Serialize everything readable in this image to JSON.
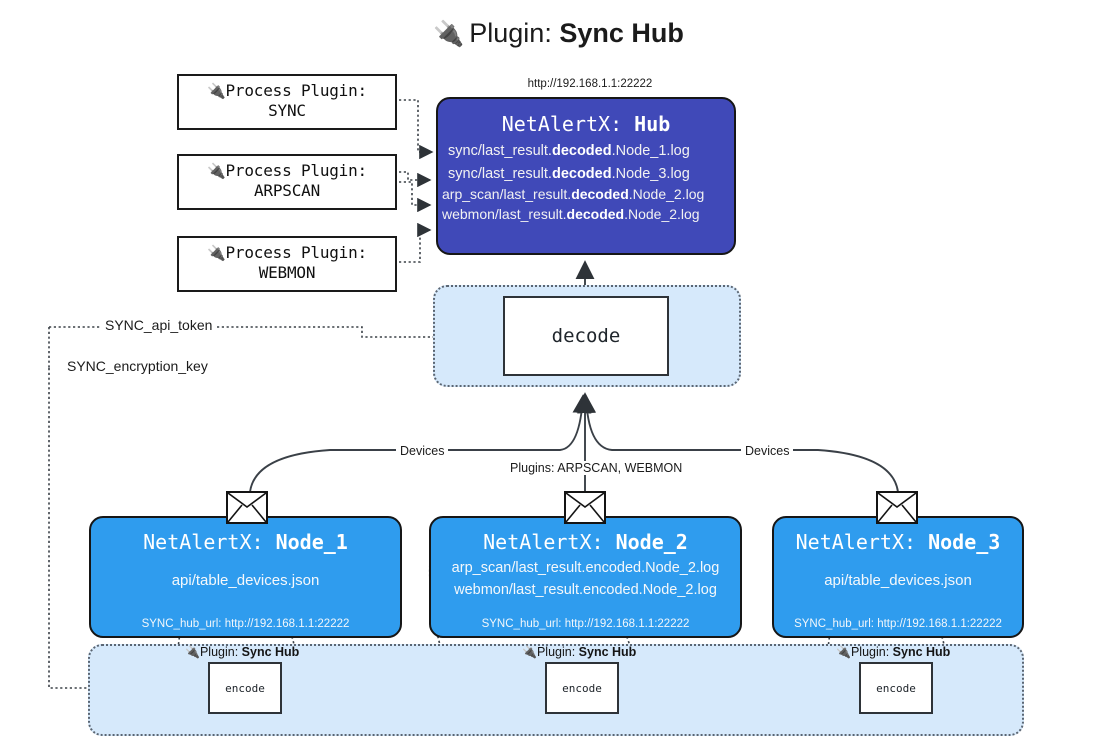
{
  "title": {
    "icon": "plug-icon",
    "prefix": "Plugin: ",
    "name": "Sync Hub",
    "glyph": "🔌"
  },
  "process_plugins": [
    {
      "icon": "plug-icon",
      "line1": "Process Plugin:",
      "line2": "SYNC"
    },
    {
      "icon": "plug-icon",
      "line1": "Process Plugin:",
      "line2": "ARPSCAN"
    },
    {
      "icon": "plug-icon",
      "line1": "Process Plugin:",
      "line2": "WEBMON"
    }
  ],
  "hub": {
    "url": "http://192.168.1.1:22222",
    "title_prefix": "NetAlertX: ",
    "title_name": "Hub",
    "lines": [
      {
        "pre": "sync/last_result.",
        "bold": "decoded",
        "post": ".Node_1.log"
      },
      {
        "pre": "sync/last_result.",
        "bold": "decoded",
        "post": ".Node_3.log"
      },
      {
        "pre": "arp_scan/last_result.",
        "bold": "decoded",
        "post": ".Node_2.log"
      },
      {
        "pre": "webmon/last_result.",
        "bold": "decoded",
        "post": ".Node_2.log"
      }
    ]
  },
  "decode": {
    "label": "decode"
  },
  "keys": {
    "api_token": "SYNC_api_token",
    "encryption_key": "SYNC_encryption_key"
  },
  "edges": {
    "devices_left": "Devices",
    "devices_right": "Devices",
    "plugins_center": "Plugins: ARPSCAN, WEBMON"
  },
  "nodes": [
    {
      "title_prefix": "NetAlertX: ",
      "title_name": "Node_1",
      "lines": [
        "api/table_devices.json"
      ],
      "footer": "SYNC_hub_url: http://192.168.1.1:22222",
      "envelope": "envelope-icon"
    },
    {
      "title_prefix": "NetAlertX: ",
      "title_name": "Node_2",
      "lines": [
        "arp_scan/last_result.encoded.Node_2.log",
        "webmon/last_result.encoded.Node_2.log"
      ],
      "footer": "SYNC_hub_url: http://192.168.1.1:22222",
      "envelope": "envelope-icon"
    },
    {
      "title_prefix": "NetAlertX: ",
      "title_name": "Node_3",
      "lines": [
        "api/table_devices.json"
      ],
      "footer": "SYNC_hub_url: http://192.168.1.1:22222",
      "envelope": "envelope-icon"
    }
  ],
  "encoders": [
    {
      "label": "encode",
      "plugin_prefix": "Plugin: ",
      "plugin_name": "Sync Hub",
      "icon": "plug-icon"
    },
    {
      "label": "encode",
      "plugin_prefix": "Plugin: ",
      "plugin_name": "Sync Hub",
      "icon": "plug-icon"
    },
    {
      "label": "encode",
      "plugin_prefix": "Plugin: ",
      "plugin_name": "Sync Hub",
      "icon": "plug-icon"
    }
  ],
  "colors": {
    "hub_fill": "#4049b8",
    "node_fill": "#2f9cee",
    "container_fill": "#d6e9fb",
    "stroke": "#161616",
    "dotted": "#5b6673"
  }
}
